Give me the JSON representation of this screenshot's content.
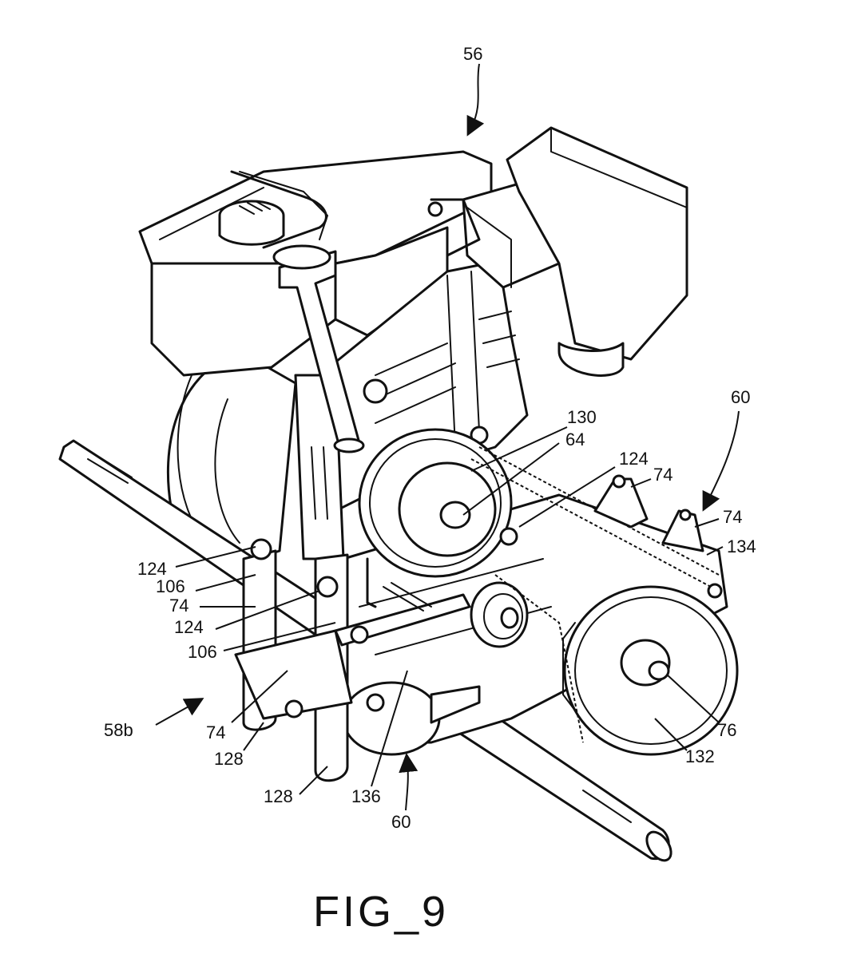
{
  "figure": {
    "caption": "FIG_9",
    "labels": {
      "l56": "56",
      "l60_top": "60",
      "l130": "130",
      "l64": "64",
      "l124_a": "124",
      "l74_a": "74",
      "l74_b": "74",
      "l134": "134",
      "l124_b": "124",
      "l106_a": "106",
      "l74_c": "74",
      "l124_c": "124",
      "l106_b": "106",
      "l58b": "58b",
      "l74_d": "74",
      "l128_a": "128",
      "l128_b": "128",
      "l136": "136",
      "l60_bottom": "60",
      "l76": "76",
      "l132": "132"
    }
  }
}
